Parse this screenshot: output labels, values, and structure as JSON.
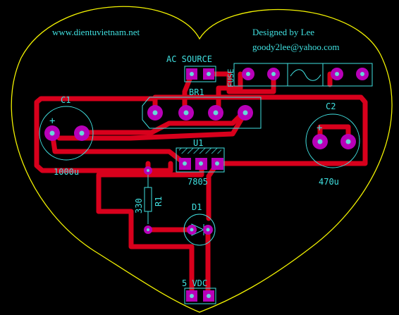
{
  "colors": {
    "background": "#000000",
    "board_outline": "#f2f200",
    "trace": "#d8001c",
    "pad": "#b800b8",
    "pad_hole": "#68d8d8",
    "silkscreen": "#40e0e0"
  },
  "header": {
    "website": "www.dientuvietnam.net",
    "designer": "Designed by Lee",
    "email": "goody2lee@yahoo.com"
  },
  "components": {
    "ac_source": {
      "label": "AC SOURCE"
    },
    "fuse": {
      "label": "FUSE"
    },
    "bridge": {
      "label": "BR1"
    },
    "c1": {
      "label": "C1",
      "value": "1000u",
      "polarity": "+"
    },
    "c2": {
      "label": "C2",
      "value": "470u",
      "polarity": "+"
    },
    "u1": {
      "label": "U1",
      "value": "7805"
    },
    "r1": {
      "label": "R1",
      "value": "330"
    },
    "d1": {
      "label": "D1"
    },
    "output": {
      "label": "5 VDC"
    }
  }
}
